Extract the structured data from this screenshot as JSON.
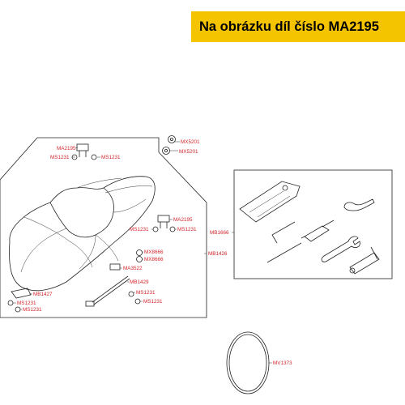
{
  "header": {
    "text": "Na obrázku díl číslo MA2195"
  },
  "colors": {
    "banner": "#f5c400",
    "label": "#d4242a",
    "line": "#222222"
  },
  "labels": {
    "ma2195_top": "MA2195",
    "ms1231_top": "MS1231",
    "ms1231_top2": "MS1231",
    "mx5201_a": "MX5201",
    "mx5201_b": "MX5201",
    "ma2195_mid": "MA2195",
    "ms1231_mid_l": "MS1231",
    "ms1231_mid_r": "MS1231",
    "mx8666_a": "MX8666",
    "mx8666_b": "MX8666",
    "ma3522": "MA3522",
    "mb1429": "MB1429",
    "ms1231_low": "MS1231",
    "ms1231_low2": "MS1231",
    "mb1427": "MB1427",
    "ms1231_bl": "MS1231",
    "ms1231_bl2": "MS1231",
    "mb1426": "MB1426",
    "mb1666": "MB1666",
    "mv1373": "MV1373"
  }
}
